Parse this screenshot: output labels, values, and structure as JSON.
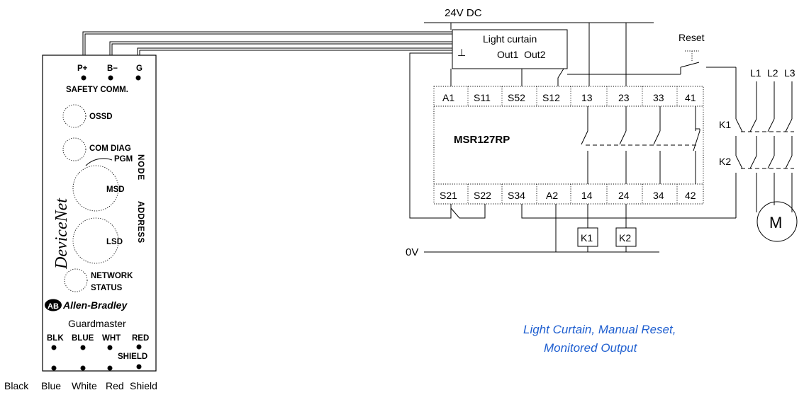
{
  "supply": {
    "dc_label": "24V DC",
    "zero_label": "0V"
  },
  "light_curtain": {
    "title": "Light curtain",
    "outputs": "Out1  Out2",
    "ground_symbol": "⊥"
  },
  "reset_label": "Reset",
  "relay": {
    "model": "MSR127RP",
    "top_terminals": [
      "A1",
      "S11",
      "S52",
      "S12",
      "13",
      "23",
      "33",
      "41"
    ],
    "bottom_terminals": [
      "S21",
      "S22",
      "S34",
      "A2",
      "14",
      "24",
      "34",
      "42"
    ]
  },
  "phases": [
    "L1",
    "L2",
    "L3"
  ],
  "contactors": [
    "K1",
    "K2"
  ],
  "coils": [
    "K1",
    "K2"
  ],
  "motor_label": "M",
  "module": {
    "power_top": [
      "P+",
      "B−",
      "G"
    ],
    "safety_comm": "SAFETY COMM.",
    "ossd": "OSSD",
    "com_diag": "COM DIAG",
    "pgm": "PGM",
    "msd": "MSD",
    "lsd": "LSD",
    "node": "NODE",
    "address": "ADDRESS",
    "network": "NETWORK",
    "status": "STATUS",
    "brand_ab": "AB",
    "brand": "Allen-Bradley",
    "guardmaster": "Guardmaster",
    "devicenet": "DeviceNet",
    "conductor_labels": [
      "BLK",
      "BLUE",
      "WHT",
      "RED"
    ],
    "shield_label": "SHIELD"
  },
  "wire_colors": [
    "Black",
    "Blue",
    "White",
    "Red",
    "Shield"
  ],
  "caption": {
    "line1": "Light Curtain, Manual Reset,",
    "line2": "Monitored Output",
    "color": "#1f5fd0"
  }
}
